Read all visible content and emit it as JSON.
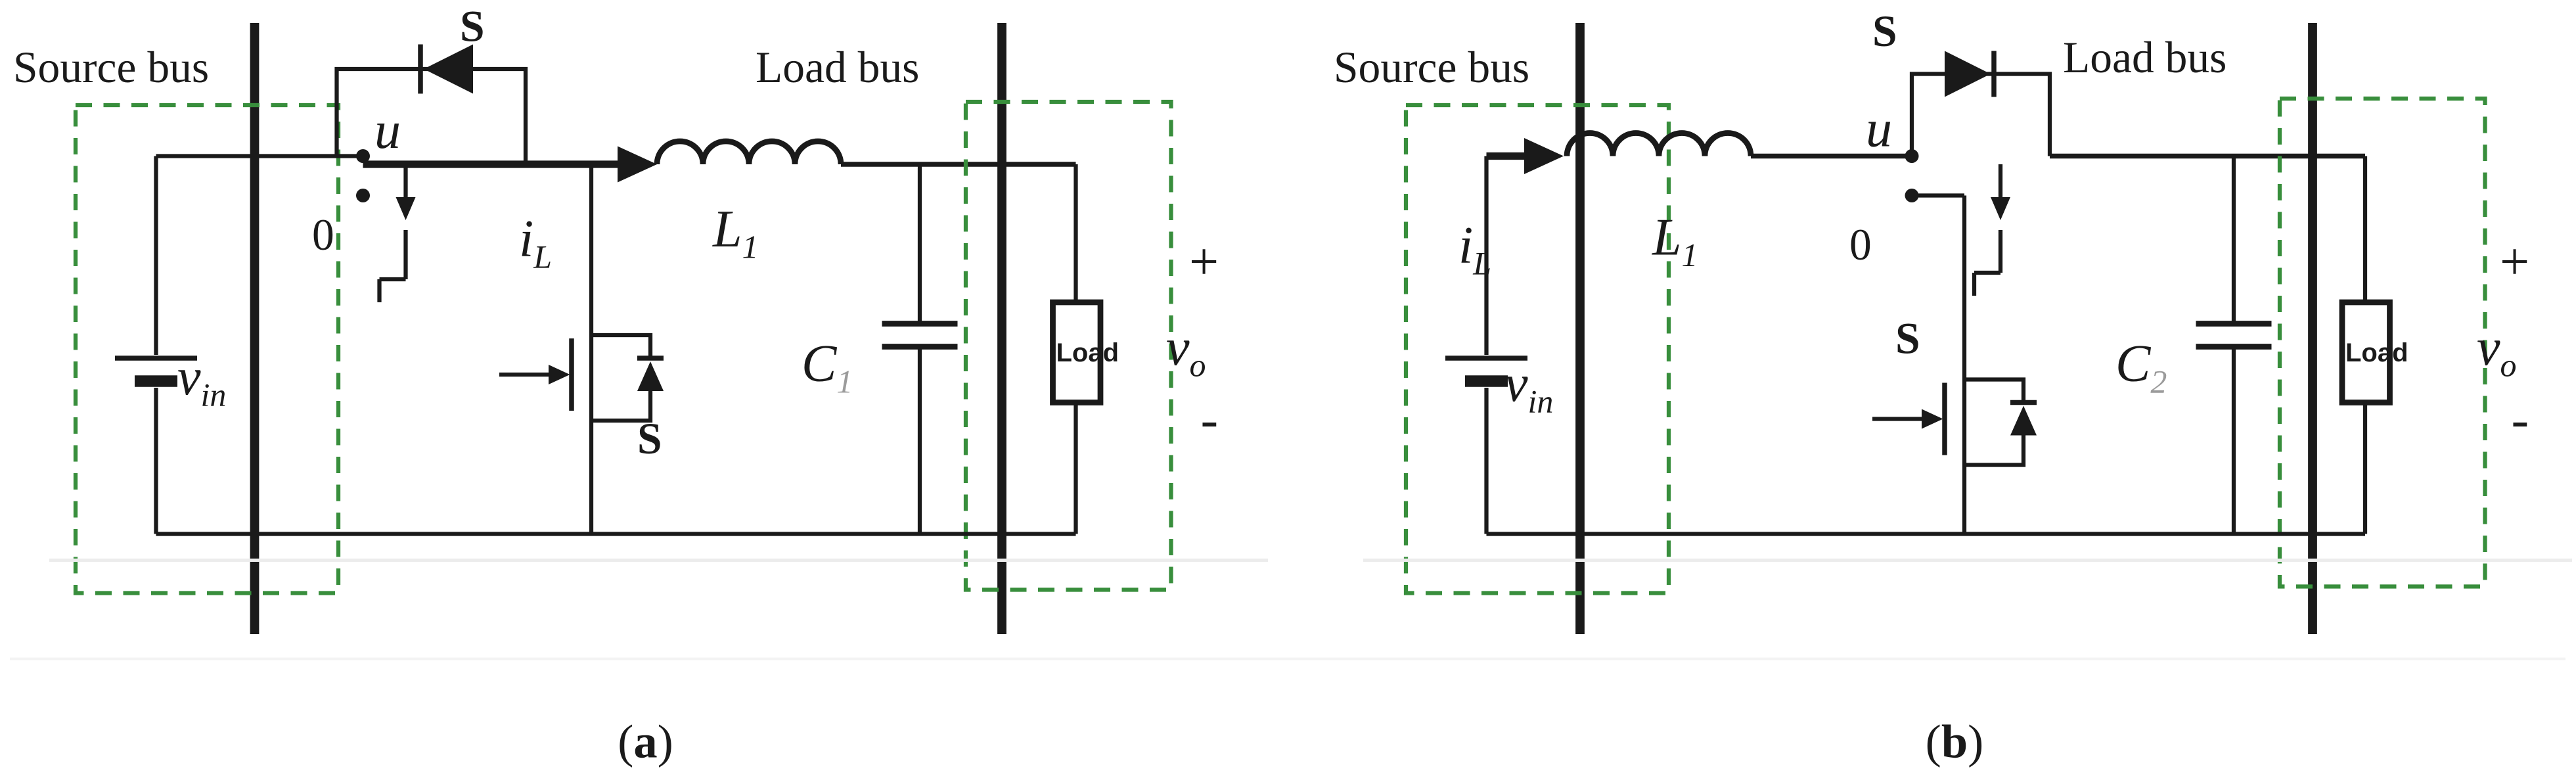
{
  "colors": {
    "wire": "#1a1a1a",
    "bus_highlight": "#388e3c",
    "subscript_muted": "#9b9b9b",
    "faint_rule": "#ececec",
    "faint_rule2": "#f3f3f3",
    "background": "#ffffff"
  },
  "figure": {
    "caption_a": {
      "open": "(",
      "letter": "a",
      "close": ")"
    },
    "caption_b": {
      "open": "(",
      "letter": "b",
      "close": ")"
    }
  },
  "panel_a": {
    "source_bus_label": "Source bus",
    "load_bus_label": "Load bus",
    "switch_s_label": "S",
    "switch_u_label": "u",
    "switch_0_label": "0",
    "mosfet_label": "S",
    "inductor_current": {
      "base": "i",
      "sub": "L"
    },
    "inductor": {
      "base": "L",
      "sub": "1"
    },
    "capacitor": {
      "base": "C",
      "sub": "1"
    },
    "input_voltage": {
      "base": "v",
      "sub": "in"
    },
    "load_label": "Load",
    "output_plus": "+",
    "output_voltage": {
      "base": "v",
      "sub": "o"
    },
    "output_minus": "-"
  },
  "panel_b": {
    "source_bus_label": "Source bus",
    "load_bus_label": "Load bus",
    "switch_s_label": "S",
    "switch_u_label": "u",
    "switch_0_label": "0",
    "mosfet_label": "S",
    "inductor_current": {
      "base": "i",
      "sub": "L"
    },
    "inductor": {
      "base": "L",
      "sub": "1"
    },
    "capacitor": {
      "base": "C",
      "sub": "2"
    },
    "input_voltage": {
      "base": "v",
      "sub": "in"
    },
    "load_label": "Load",
    "output_plus": "+",
    "output_voltage": {
      "base": "v",
      "sub": "o"
    },
    "output_minus": "-"
  }
}
